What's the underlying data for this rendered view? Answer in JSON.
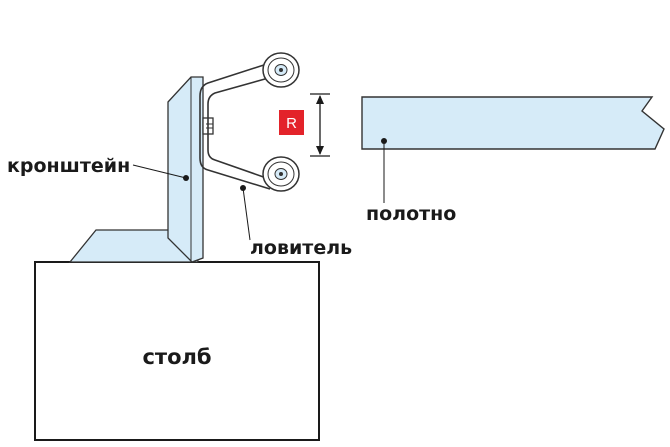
{
  "labels": {
    "bracket": "кронштейн",
    "catcher": "ловитель",
    "blade": "полотно",
    "post": "столб",
    "dimension": "R"
  },
  "colors": {
    "metal_fill": "#d6ebf8",
    "dimension_badge": "#e3232a",
    "outline": "#1a1a1a"
  }
}
